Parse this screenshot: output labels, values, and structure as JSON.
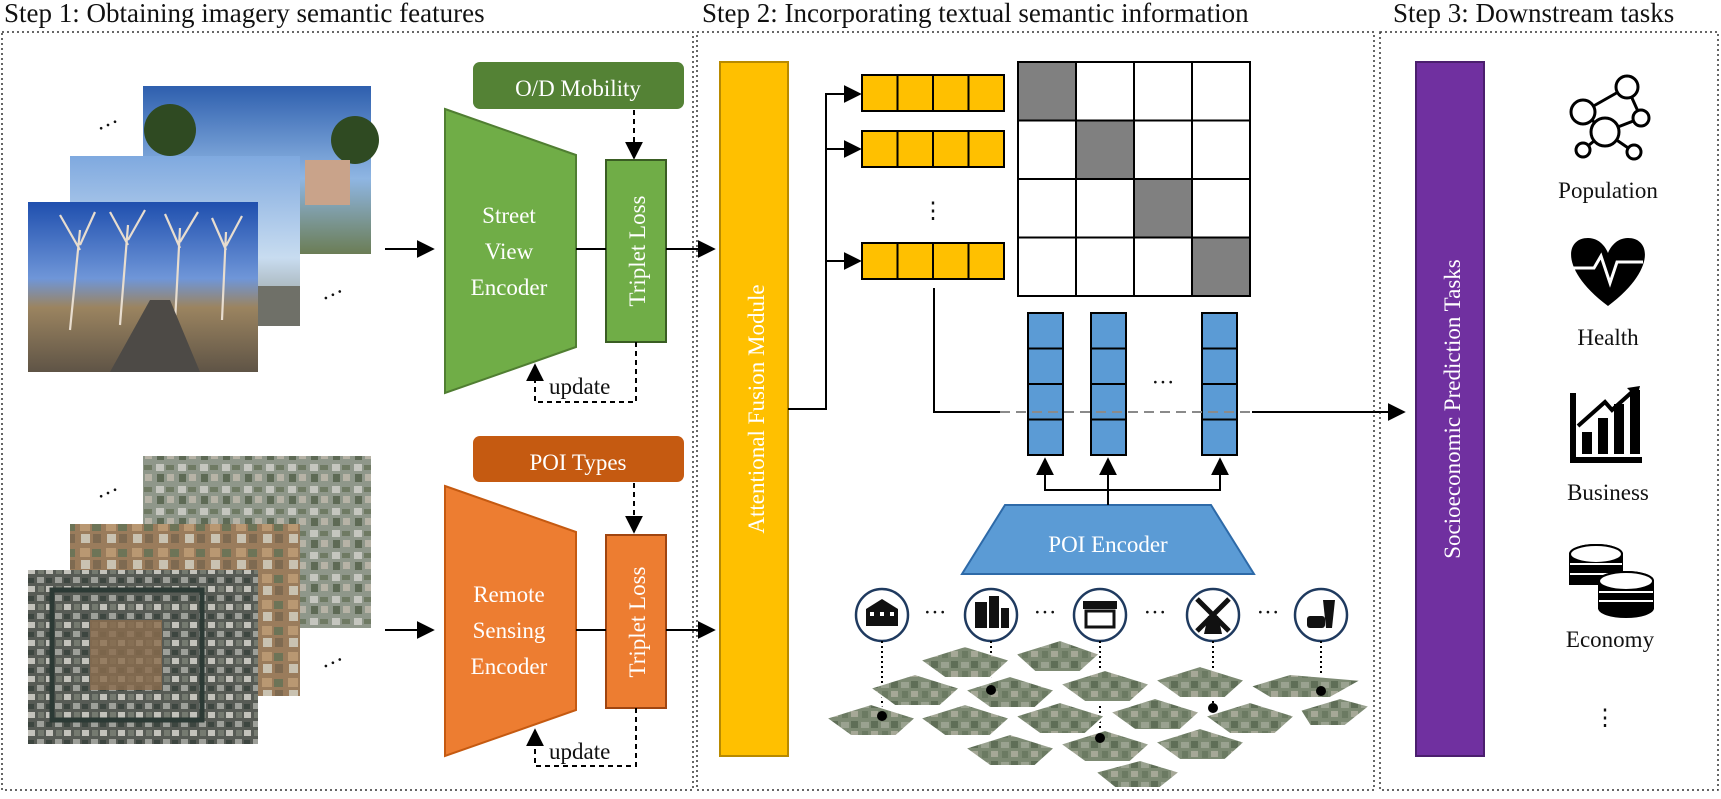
{
  "steps": {
    "step1": "Step 1: Obtaining imagery semantic features",
    "step2": "Step 2: Incorporating textual semantic information",
    "step3": "Step 3: Downstream tasks"
  },
  "step1": {
    "od_mobility": "O/D Mobility",
    "poi_types": "POI Types",
    "sv_encoder": [
      "Street",
      "View",
      "Encoder"
    ],
    "rs_encoder": [
      "Remote",
      "Sensing",
      "Encoder"
    ],
    "triplet_loss_top": "Triplet Loss",
    "triplet_loss_bottom": "Triplet Loss",
    "update_top": "update",
    "update_bottom": "update",
    "ellipsis": "···"
  },
  "step2": {
    "fusion_module": "Attentional Fusion Module",
    "poi_encoder": "POI Encoder",
    "vdots": "⋮",
    "hdots": "···",
    "poi_icons": [
      "school-icon",
      "buildings-icon",
      "shop-icon",
      "windmill-icon",
      "food-icon"
    ]
  },
  "step3": {
    "tasks_bar": "Socioeconomic Prediction Tasks",
    "tasks": [
      {
        "label": "Population",
        "icon": "population-network-icon"
      },
      {
        "label": "Health",
        "icon": "heart-pulse-icon"
      },
      {
        "label": "Business",
        "icon": "bar-chart-growth-icon"
      },
      {
        "label": "Economy",
        "icon": "coins-icon"
      }
    ],
    "more": "⋮"
  },
  "colors": {
    "green": "#70ad47",
    "green_dark": "#507e32",
    "orange": "#ed7d31",
    "orange_dark": "#c55a11",
    "yellow": "#ffc000",
    "blue": "#5b9bd5",
    "purple": "#7030a0",
    "gray": "#808080"
  }
}
